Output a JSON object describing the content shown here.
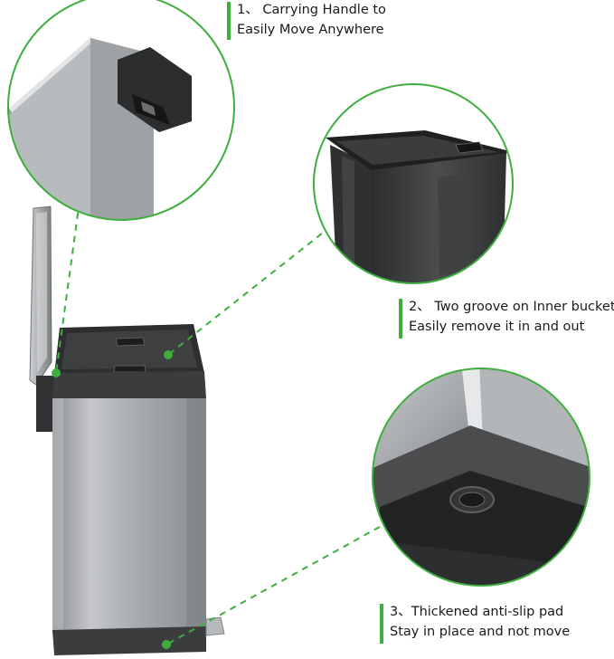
{
  "features": [
    {
      "lines": [
        "1、 Carrying Handle to",
        "Easily Move Anywhere"
      ]
    },
    {
      "lines": [
        "2、 Two groove on Inner bucket",
        "Easily remove it in and out"
      ]
    },
    {
      "lines": [
        "3、Thickened anti-slip pad",
        "Stay in place and not move"
      ]
    }
  ],
  "colors": {
    "accent": "#3fae3f",
    "steel": "#a9acaf",
    "plastic": "#333536",
    "text": "#1a1a1a"
  }
}
